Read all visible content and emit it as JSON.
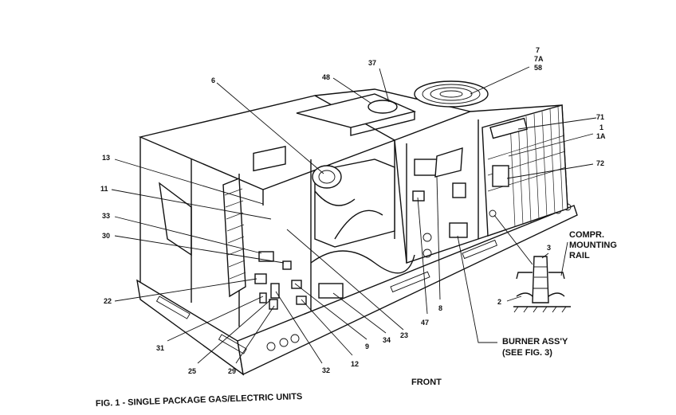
{
  "callouts": {
    "c7": "7",
    "c7a": "7A",
    "c58": "58",
    "c37": "37",
    "c48": "48",
    "c6": "6",
    "c71": "71",
    "c1": "1",
    "c1a": "1A",
    "c72": "72",
    "c13": "13",
    "c11": "11",
    "c33": "33",
    "c30": "30",
    "c22": "22",
    "c31": "31",
    "c25": "25",
    "c29": "29",
    "c32": "32",
    "c12": "12",
    "c9": "9",
    "c34": "34",
    "c23": "23",
    "c47": "47",
    "c8": "8",
    "c3": "3",
    "c2": "2"
  },
  "notes": {
    "compressor_rail_line1": "COMPR.",
    "compressor_rail_line2": "MOUNTING",
    "compressor_rail_line3": "RAIL",
    "burner_line1": "BURNER ASS'Y",
    "burner_line2": "(SEE FIG. 3)",
    "front": "FRONT"
  },
  "caption": "FIG. 1 - SINGLE PACKAGE GAS/ELECTRIC UNITS"
}
